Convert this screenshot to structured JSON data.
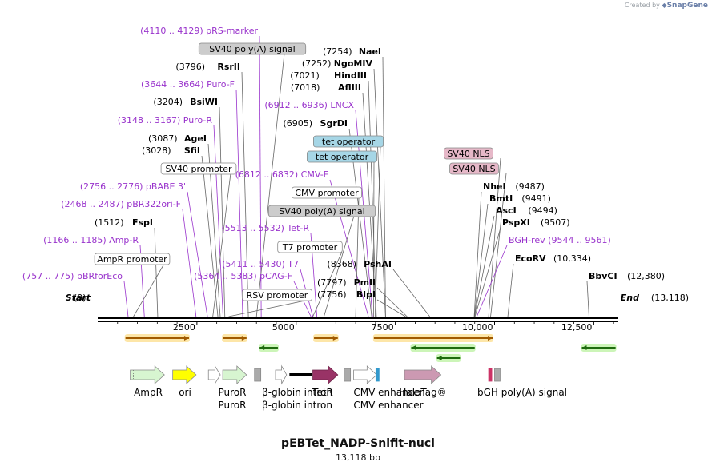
{
  "credit": {
    "prefix": "Created by",
    "brand": "SnapGene"
  },
  "plasmid": {
    "name": "pEBTet_NADP-Snifit-nucl",
    "size_label": "13,118 bp",
    "length": 13118
  },
  "ruler": {
    "ticks": [
      "2500",
      "5000",
      "7500",
      "10,000",
      "12,500"
    ],
    "tick_values": [
      2500,
      5000,
      7500,
      10000,
      12500
    ]
  },
  "ends": {
    "start": {
      "coord": "(0)",
      "label": "Start",
      "pos": 0
    },
    "end": {
      "label": "End",
      "coord": "(13,118)",
      "pos": 13118
    }
  },
  "sites": [
    {
      "text": "(4110 .. 4129)  pRS-marker",
      "kind": "primer",
      "pos": 4120
    },
    {
      "text": "SV40 poly(A) signal",
      "kind": "box-gray",
      "pos": 4000
    },
    {
      "coord": "(3796)",
      "name": "RsrII",
      "kind": "enzyme",
      "pos": 3796
    },
    {
      "text": "(3644 .. 3664)  Puro-F",
      "kind": "primer",
      "pos": 3654
    },
    {
      "coord": "(3204)",
      "name": "BsiWI",
      "kind": "enzyme",
      "pos": 3204
    },
    {
      "text": "(3148 .. 3167)  Puro-R",
      "kind": "primer",
      "pos": 3158
    },
    {
      "coord": "(3087)",
      "name": "AgeI",
      "kind": "enzyme",
      "pos": 3087
    },
    {
      "coord": "(3028)",
      "name": "SfiI",
      "kind": "enzyme",
      "pos": 3028
    },
    {
      "text": "SV40 promoter",
      "kind": "box-white",
      "pos": 2900
    },
    {
      "text": "(2756 .. 2776)  pBABE 3'",
      "kind": "primer",
      "pos": 2766
    },
    {
      "text": "(2468 .. 2487)  pBR322ori-F",
      "kind": "primer",
      "pos": 2478
    },
    {
      "coord": "(1512)",
      "name": "FspI",
      "kind": "enzyme",
      "pos": 1512
    },
    {
      "text": "(1166 .. 1185)  Amp-R",
      "kind": "primer",
      "pos": 1175
    },
    {
      "text": "AmpR promoter",
      "kind": "box-white",
      "pos": 900
    },
    {
      "text": "(757 .. 775)  pBRforEco",
      "kind": "primer",
      "pos": 766
    },
    {
      "coord": "(7254)",
      "name": "NaeI",
      "kind": "enzyme",
      "pos": 7254
    },
    {
      "coord": "(7252)",
      "name": "NgoMIV",
      "kind": "enzyme",
      "pos": 7252
    },
    {
      "coord": "(7021)",
      "name": "HindIII",
      "kind": "enzyme",
      "pos": 7021
    },
    {
      "coord": "(7018)",
      "name": "AflIII",
      "kind": "enzyme",
      "pos": 7018
    },
    {
      "text": "(6912 .. 6936)  LNCX",
      "kind": "primer",
      "pos": 6924
    },
    {
      "coord": "(6905)",
      "name": "SgrDI",
      "kind": "enzyme",
      "pos": 6905
    },
    {
      "text": "tet operator",
      "kind": "box-blue",
      "pos": 6990
    },
    {
      "text": "tet operator",
      "kind": "box-blue",
      "pos": 6950
    },
    {
      "text": "(6812 .. 6832)  CMV-F",
      "kind": "primer",
      "pos": 6822
    },
    {
      "text": "CMV promoter",
      "kind": "box-white",
      "pos": 6500
    },
    {
      "text": "SV40 poly(A) signal",
      "kind": "box-gray",
      "pos": 5700
    },
    {
      "text": "(5513 .. 5532)  Tet-R",
      "kind": "primer",
      "pos": 5522
    },
    {
      "text": "T7 promoter",
      "kind": "box-white",
      "pos": 5420
    },
    {
      "text": "(5411 .. 5430)  T7",
      "kind": "primer",
      "pos": 5420
    },
    {
      "text": "(5364 .. 5383)  pCAG-F",
      "kind": "primer",
      "pos": 5373
    },
    {
      "text": "RSV promoter",
      "kind": "box-white",
      "pos": 3300
    },
    {
      "coord": "(8368)",
      "name": "PshAI",
      "kind": "enzyme",
      "pos": 8368
    },
    {
      "coord": "(7797)",
      "name": "PmlI",
      "kind": "enzyme",
      "pos": 7797
    },
    {
      "coord": "(7756)",
      "name": "BlpI",
      "kind": "enzyme",
      "pos": 7756
    },
    {
      "text": "SV40 NLS",
      "kind": "box-pink",
      "pos": 9850
    },
    {
      "text": "SV40 NLS",
      "kind": "box-pink",
      "pos": 9900
    },
    {
      "name": "NheI",
      "coord": "(9487)",
      "kind": "enzyme-r",
      "pos": 9487
    },
    {
      "name": "BmtI",
      "coord": "(9491)",
      "kind": "enzyme-r",
      "pos": 9491
    },
    {
      "name": "AscI",
      "coord": "(9494)",
      "kind": "enzyme-r",
      "pos": 9494
    },
    {
      "name": "PspXI",
      "coord": "(9507)",
      "kind": "enzyme-r",
      "pos": 9507
    },
    {
      "text": "BGH-rev  (9544 .. 9561)",
      "kind": "primer-r",
      "pos": 9552
    },
    {
      "name": "EcoRV",
      "coord": "(10,334)",
      "kind": "enzyme-r",
      "pos": 10334
    },
    {
      "name": "BbvCI",
      "coord": "(12,380)",
      "kind": "enzyme-r",
      "pos": 12380
    }
  ],
  "orfs": [
    {
      "start": 700,
      "end": 2300,
      "dir": "r",
      "color": "#f0a830"
    },
    {
      "start": 3150,
      "end": 3750,
      "dir": "r",
      "color": "#f0a830"
    },
    {
      "start": 4080,
      "end": 4540,
      "dir": "l",
      "color": "#3aa81e"
    },
    {
      "start": 5450,
      "end": 6050,
      "dir": "r",
      "color": "#f0a830"
    },
    {
      "start": 6960,
      "end": 9950,
      "dir": "r",
      "color": "#f0a830"
    },
    {
      "start": 7900,
      "end": 9500,
      "dir": "l",
      "color": "#3aa81e"
    },
    {
      "start": 8550,
      "end": 9130,
      "dir": "l",
      "color": "#3aa81e"
    },
    {
      "start": 12200,
      "end": 13050,
      "dir": "l",
      "color": "#3aa81e"
    }
  ],
  "features": [
    {
      "start": 820,
      "end": 1680,
      "shape": "arrow-hatched",
      "fill": "#d7f5d0",
      "stroke": "#888888",
      "label": "AmpR"
    },
    {
      "start": 1890,
      "end": 2480,
      "shape": "arrow",
      "fill": "#ffff00",
      "stroke": "#888888",
      "label": "ori"
    },
    {
      "start": 2790,
      "end": 3090,
      "shape": "arrow",
      "fill": "#ffffff",
      "stroke": "#888888",
      "label": ""
    },
    {
      "start": 3150,
      "end": 3750,
      "shape": "arrow",
      "fill": "#d7f5d0",
      "stroke": "#888888",
      "label": "PuroR"
    },
    {
      "start": 3950,
      "end": 4110,
      "shape": "box",
      "fill": "#aaaaaa",
      "stroke": "#888888",
      "label": ""
    },
    {
      "start": 4480,
      "end": 4760,
      "shape": "arrow",
      "fill": "#ffffff",
      "stroke": "#888888",
      "label": ""
    },
    {
      "start": 4830,
      "end": 5390,
      "shape": "line",
      "fill": "#000000",
      "stroke": "#000000",
      "label": "β-globin intron"
    },
    {
      "start": 5420,
      "end": 6050,
      "shape": "arrow",
      "fill": "#993366",
      "stroke": "#6b2347",
      "label": "TetR"
    },
    {
      "start": 6210,
      "end": 6370,
      "shape": "box",
      "fill": "#aaaaaa",
      "stroke": "#888888",
      "label": ""
    },
    {
      "start": 6450,
      "end": 7030,
      "shape": "arrow",
      "fill": "#ffffff",
      "stroke": "#888888",
      "label": "CMV enhancer"
    },
    {
      "start": 7010,
      "end": 7090,
      "shape": "box",
      "fill": "#3399cc",
      "stroke": "#3399cc",
      "label": ""
    },
    {
      "start": 7730,
      "end": 8650,
      "shape": "arrow",
      "fill": "#cc99b2",
      "stroke": "#888888",
      "label": "HaloTag®"
    },
    {
      "start": 9850,
      "end": 9920,
      "shape": "box",
      "fill": "#cc3366",
      "stroke": "#cc3366",
      "label": ""
    },
    {
      "start": 10000,
      "end": 10140,
      "shape": "box",
      "fill": "#aaaaaa",
      "stroke": "#888888",
      "label": "bGH poly(A) signal"
    }
  ]
}
